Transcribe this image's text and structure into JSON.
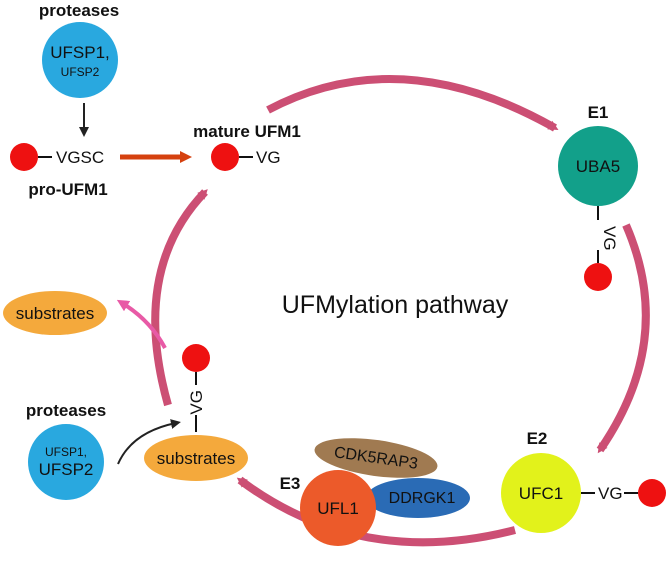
{
  "title": "UFMylation pathway",
  "top_left": {
    "heading": "proteases",
    "enzyme_line1": "UFSP1,",
    "enzyme_line2": "UFSP2",
    "pro_label": "pro-UFM1",
    "pro_tail": "VGSC"
  },
  "mature": {
    "label": "mature UFM1",
    "tail": "VG"
  },
  "e1": {
    "tag": "E1",
    "name": "UBA5",
    "tail": "VG"
  },
  "e2": {
    "tag": "E2",
    "name": "UFC1",
    "tail": "VG"
  },
  "e3": {
    "tag": "E3",
    "name": "UFL1",
    "partner1": "CDK5RAP3",
    "partner2": "DDRGK1"
  },
  "bottom_left": {
    "heading": "proteases",
    "enzyme_line1": "UFSP1,",
    "enzyme_line2": "UFSP2",
    "substrate_label": "substrates",
    "substrate_tail": "VG",
    "released_label": "substrates"
  },
  "colors": {
    "ufm1": "#ee1111",
    "protease": "#29a8df",
    "uba5": "#12a08a",
    "ufc1": "#e2f21b",
    "ufl1": "#ec5a2a",
    "cdk5rap3": "#a07a51",
    "ddrgk1": "#2a6bb5",
    "substrate": "#f4a93c",
    "cycle_arrow": "#cc4f74",
    "process_arrow": "#d5410f",
    "release_arrow": "#e85aa6"
  }
}
